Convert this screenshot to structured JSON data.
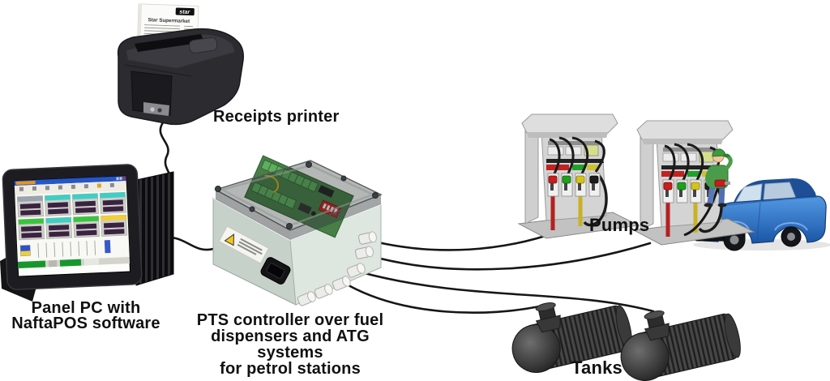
{
  "diagram": {
    "title_implicit": "Petrol station system diagram",
    "nodes": {
      "receipts_printer": {
        "label": "Receipts printer"
      },
      "panel_pc": {
        "line1": "Panel PC with",
        "line2": "NaftaPOS software"
      },
      "pts_controller": {
        "line1": "PTS controller over fuel",
        "line2": "dispensers and ATG systems",
        "line3": "for petrol stations"
      },
      "pumps": {
        "label": "Pumps"
      },
      "tanks": {
        "label": "Tanks"
      }
    },
    "receipt": {
      "brand": "star",
      "title": "Star Supermarket"
    },
    "colors": {
      "cable": "#161616",
      "controller_box": "#ccd6cf",
      "controller_pcb": "#487f48",
      "dip_switch": "#cc2222",
      "pump_cabinet": "#d4d4d4",
      "nozzle_red": "#c81e1e",
      "nozzle_green": "#1fa01f",
      "nozzle_yellow": "#d4c21e",
      "nozzle_black": "#1d1d1d",
      "car_blue": "#2f73c8",
      "tank_body": "#333333",
      "pos_header_teal": "#3ecfc4",
      "pos_header_green": "#38c53e",
      "pos_header_yellow": "#f2cf3a",
      "status_green": "#18962e"
    }
  }
}
